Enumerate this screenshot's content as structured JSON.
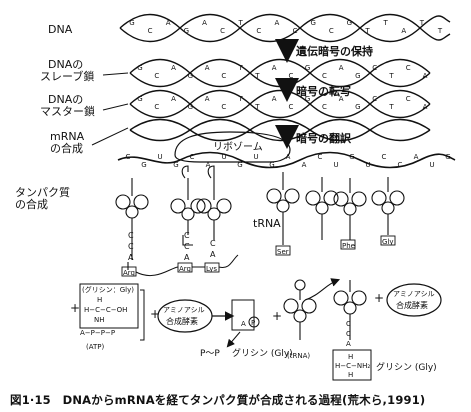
{
  "labels": {
    "dna": "DNA",
    "dna_slave_1": "DNAの",
    "dna_slave_2": "スレーブ鎖",
    "dna_master_1": "DNAの",
    "dna_master_2": "マスター鎖",
    "mrna_1": "mRNA",
    "mrna_2": "の合成",
    "protein_1": "タンパク質",
    "protein_2": "の合成",
    "ribosome": "リボゾーム",
    "trna": "tRNA"
  },
  "steps": {
    "step1": "遺伝暗号の保持",
    "step2": "暗号の転写",
    "step3": "暗号の翻訳"
  },
  "dna_letters": {
    "row1": [
      "G",
      "C",
      "A",
      "G",
      "A",
      "C",
      "T",
      "C",
      "A",
      "C",
      "G",
      "C",
      "G",
      "T",
      "T",
      "A",
      "T",
      "T"
    ],
    "row2": [
      "G",
      "C",
      "A",
      "G",
      "A",
      "C",
      "T",
      "T",
      "A",
      "C",
      "G",
      "C",
      "A",
      "G",
      "C",
      "T",
      "C",
      "A"
    ]
  },
  "mrna_letters": [
    "C",
    "G",
    "U",
    "G",
    "C",
    "A",
    "U",
    "G",
    "U",
    "G",
    "A",
    "A",
    "C",
    "U",
    "G",
    "U",
    "C",
    "C",
    "A",
    "U",
    "G"
  ],
  "amino": {
    "arg": "Arg",
    "lys": "Lys",
    "ser": "Ser",
    "phe": "Phe",
    "gly": "Gly"
  },
  "activation": {
    "gly_box_title": "(グリシン：Gly)",
    "h": "H",
    "hcc": "H−C−C−OH",
    "nh2": "NH",
    "h2": "H",
    "atp": "A−P−P−P",
    "atp_label": "(ATP)",
    "enzyme1_a": "アミノアシル",
    "enzyme1_b": "合成酵素",
    "enzyme2_a": "アミノアシル",
    "enzyme2_b": "合成酵素",
    "ppi": "P〜P",
    "glycine": "グリシン (Gly)",
    "trna_lbl": "(tRNA)",
    "glycine2": "グリシン (Gly)",
    "bottom_h": "H",
    "bottom_hc": "H−C−NH₂",
    "bottom_h2": "H",
    "p": "P",
    "a": "A",
    "plus1": "+",
    "plus2": "+",
    "plus3": "+"
  },
  "caption": "図1·15　DNAからmRNAを経てタンパク質が合成される過程(荒木ら,1991)"
}
